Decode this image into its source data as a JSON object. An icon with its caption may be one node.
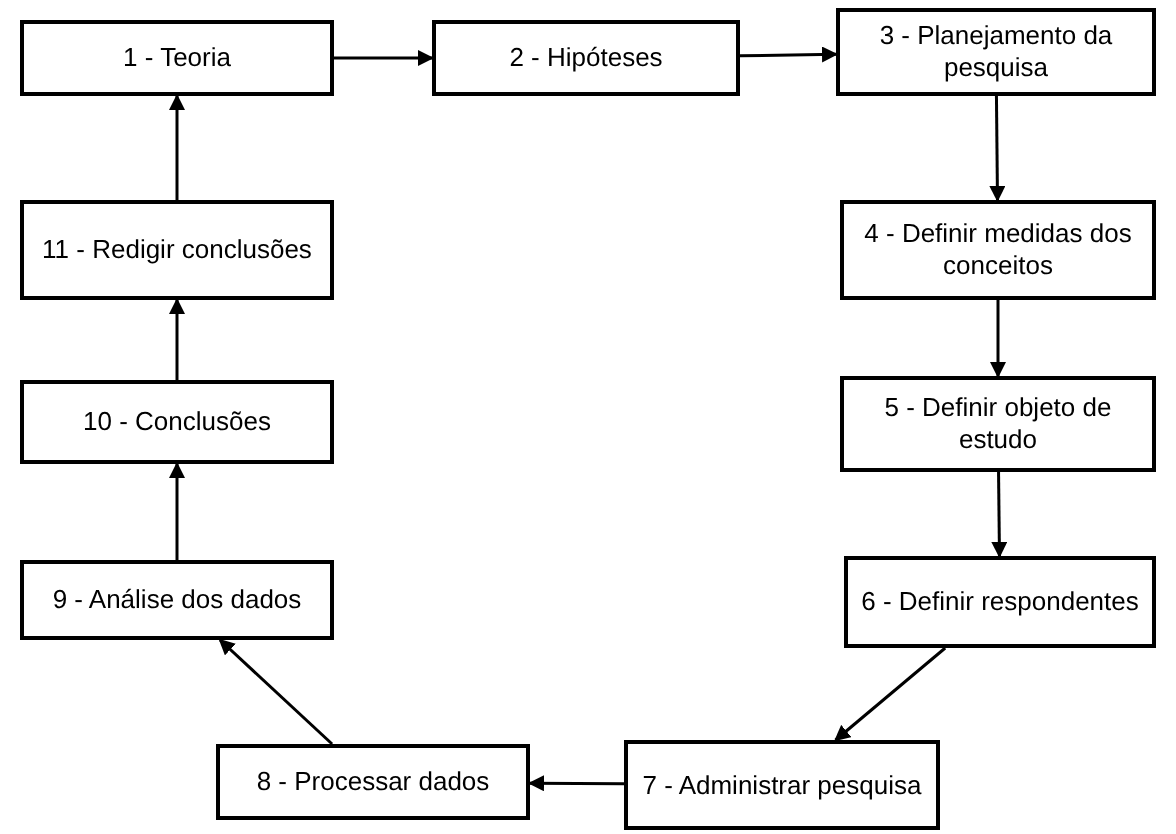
{
  "diagram": {
    "nodes": [
      {
        "text": [
          "1 - Teoria"
        ]
      },
      {
        "text": [
          "2 - Hipóteses"
        ]
      },
      {
        "text": [
          "3 - Planejamento da pesquisa"
        ]
      },
      {
        "text": [
          "4 - Definir medidas dos conceitos"
        ]
      },
      {
        "text": [
          "5 - Definir objeto de estudo"
        ]
      },
      {
        "text": [
          "6 - Definir respondentes"
        ]
      },
      {
        "text": [
          "7 - Administrar pesquisa"
        ]
      },
      {
        "text": [
          "8 - Processar dados"
        ]
      },
      {
        "text": [
          "9 - Análise dos dados"
        ]
      },
      {
        "text": [
          "10 - Conclusões"
        ]
      },
      {
        "text": [
          "11 - Redigir conclusões"
        ]
      }
    ],
    "edges": [
      {
        "from": 0,
        "to": 1,
        "arrow": "to"
      },
      {
        "from": 1,
        "to": 2,
        "arrow": "to"
      },
      {
        "from": 2,
        "to": 3,
        "arrow": "to"
      },
      {
        "from": 3,
        "to": 4,
        "arrow": "to"
      },
      {
        "from": 4,
        "to": 5,
        "arrow": "to"
      },
      {
        "from": 5,
        "to": 6,
        "arrow": "to"
      },
      {
        "from": 6,
        "to": 7,
        "arrow": "to"
      },
      {
        "from": 7,
        "to": 8,
        "arrow": "to"
      },
      {
        "from": 8,
        "to": 9,
        "arrow": "to"
      },
      {
        "from": 9,
        "to": 10,
        "arrow": "to"
      },
      {
        "from": 10,
        "to": 0,
        "arrow": "to"
      }
    ]
  }
}
